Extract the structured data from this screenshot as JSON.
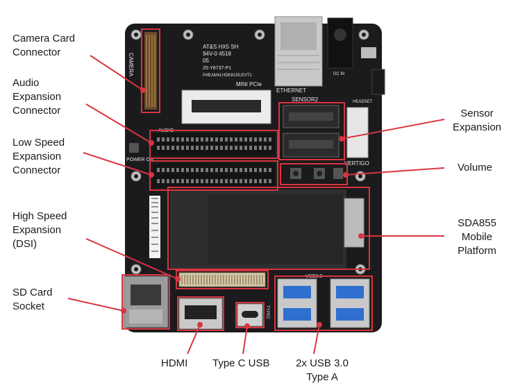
{
  "colors": {
    "board": "#1b1b1d",
    "callout": "#d9343f",
    "text": "#1a1a1a",
    "metal": "#c9c9c9",
    "usb_blue": "#2f6fcf"
  },
  "labels": {
    "camera_card": "Camera Card\nConnector",
    "audio_exp": "Audio\nExpansion\nConnector",
    "low_speed": "Low Speed\nExpansion\nConnector",
    "high_speed": "High Speed\nExpansion\n(DSI)",
    "sd_card": "SD Card\nSocket",
    "sensor_exp": "Sensor\nExpansion",
    "volume": "Volume",
    "sda855": "SDA855\nMobile\nPlatform",
    "hdmi": "HDMI",
    "type_c": "Type C USB",
    "usb3": "2x USB 3.0\nType A"
  },
  "silkscreen": {
    "camera": "CAMERA",
    "chip_line1": "AT&S HX5 SH",
    "chip_line2": "94V-0  4518",
    "chip_line3": "05",
    "chip_line4": "25-Y8737-P1",
    "chip_line5": "P#B,MAN,HDK8150,EVT1",
    "mini_pcie": "MINI PCIe",
    "ethernet": "ETHERNET",
    "sensor2": "SENSOR2",
    "audio": "AUDIO",
    "power_on": "POWER ON",
    "vertigo": "VERTIGO",
    "dc_in": "DC IN",
    "headset": "HEADSET",
    "typec": "TYPEC",
    "usb30": "USB3.0"
  },
  "icons": [
    "board-photo",
    "callout-box",
    "leader-line"
  ]
}
